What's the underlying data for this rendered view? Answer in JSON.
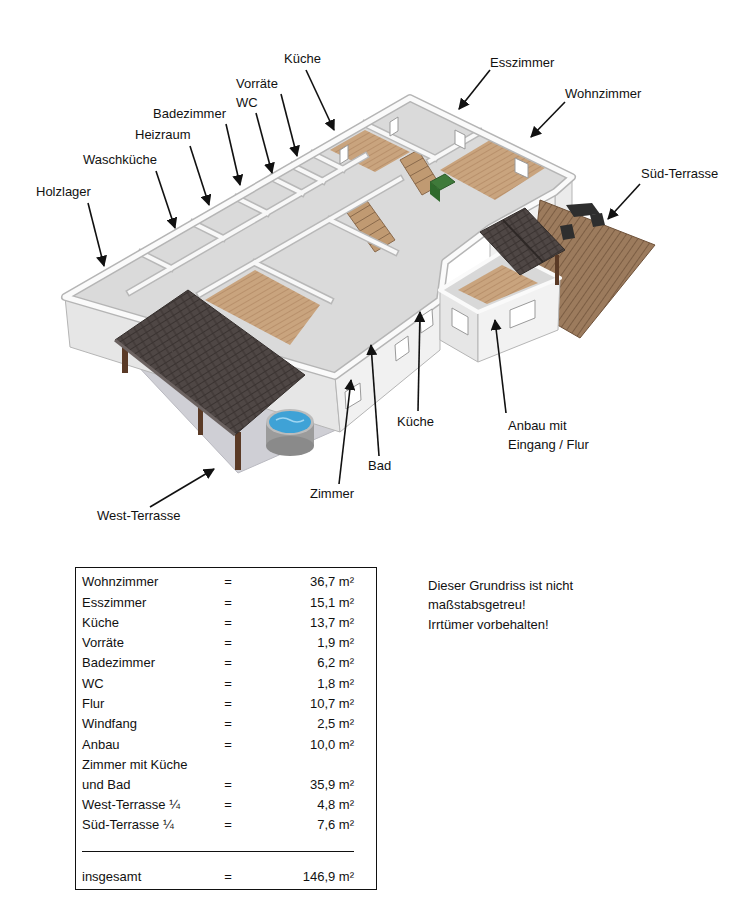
{
  "diagram": {
    "nodes": [
      {
        "text": [
          "Wohnzimmer",
          "=",
          "36,7 m²",
          "Esszimmer",
          "=",
          "15,1 m²",
          "Küche",
          "=",
          "13,7 m²",
          "Vorräte",
          "=",
          "1,9 m²",
          "Badezimmer",
          "=",
          "6,2 m²",
          "WC",
          "=",
          "1,8 m²",
          "Flur",
          "=",
          "10,7 m²",
          "Windfang",
          "=",
          "2,5 m²",
          "Anbau",
          "=",
          "10,0 m²",
          "Zimmer mit Küche und Bad",
          "=",
          "35,9 m²",
          "West-Terrasse ¼",
          "=",
          "4,8 m²",
          "Süd-Terrasse ¼",
          "=",
          "7,6 m²",
          "insgesamt",
          "=",
          "146,9 m²"
        ]
      }
    ],
    "labels": [
      "Küche",
      "Esszimmer",
      "Wohnzimmer",
      "Vorräte",
      "WC",
      "Badezimmer",
      "Heizraum",
      "Waschküche",
      "Holzlager",
      "Süd-Terrasse",
      "West-Terrasse",
      "Zimmer",
      "Bad",
      "Küche",
      "Anbau mit Eingang / Flur",
      "Dieser Grundriss ist nicht maßstabsgetreu!",
      "Irrtümer vorbehalten!"
    ]
  }
}
